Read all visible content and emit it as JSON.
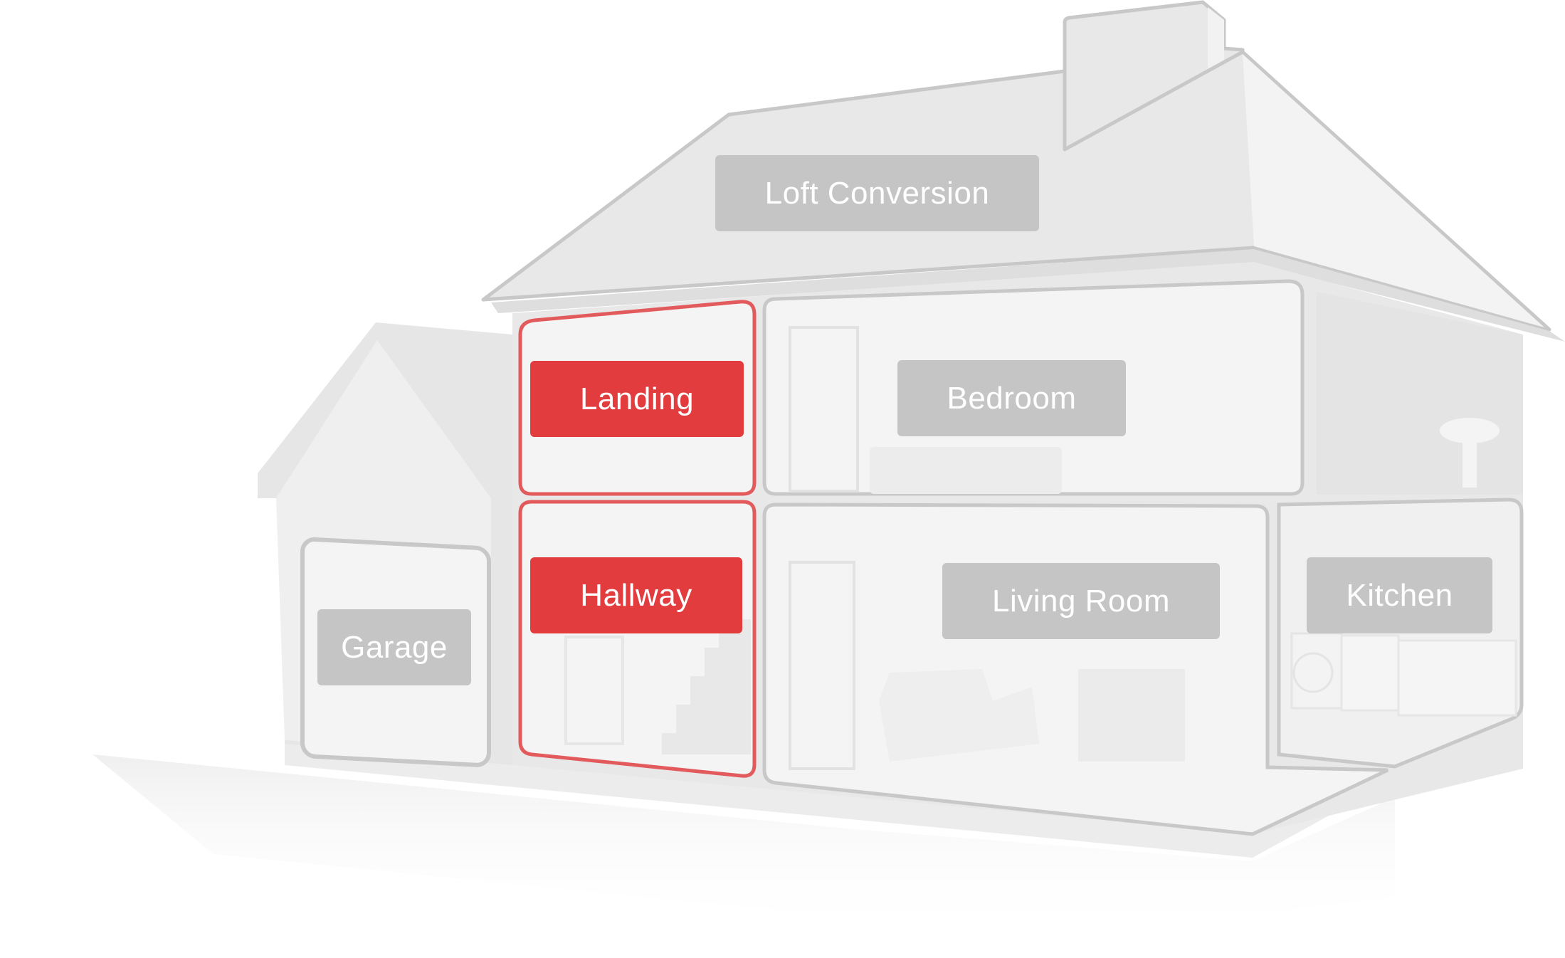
{
  "colors": {
    "active": "#e23c3e",
    "active_outline": "#e35a5c",
    "inactive_label": "#c5c5c5",
    "outline": "#c8c8c8",
    "wall": "#e8e8e8",
    "room_fill": "#f4f4f4"
  },
  "rooms": [
    {
      "id": "loft",
      "label": "Loft Conversion",
      "selected": false
    },
    {
      "id": "landing",
      "label": "Landing",
      "selected": true
    },
    {
      "id": "bedroom",
      "label": "Bedroom",
      "selected": false
    },
    {
      "id": "hallway",
      "label": "Hallway",
      "selected": true
    },
    {
      "id": "living",
      "label": "Living Room",
      "selected": false
    },
    {
      "id": "kitchen",
      "label": "Kitchen",
      "selected": false
    },
    {
      "id": "garage",
      "label": "Garage",
      "selected": false
    }
  ]
}
